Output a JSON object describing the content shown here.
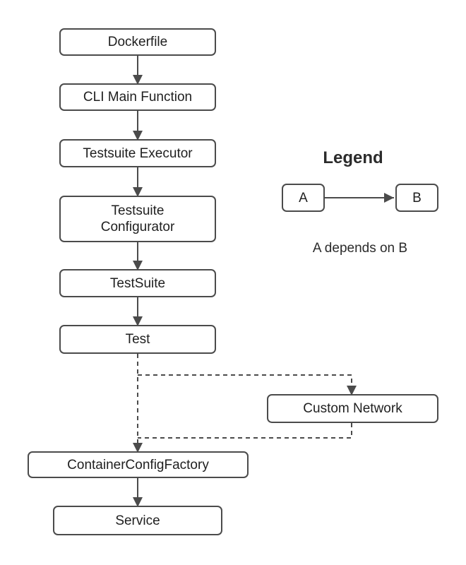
{
  "nodes": {
    "dockerfile": "Dockerfile",
    "cli_main": "CLI Main Function",
    "testsuite_executor": "Testsuite Executor",
    "testsuite_configurator": "Testsuite\nConfigurator",
    "testsuite": "TestSuite",
    "test": "Test",
    "custom_network": "Custom Network",
    "container_config_factory": "ContainerConfigFactory",
    "service": "Service"
  },
  "legend": {
    "title": "Legend",
    "node_a": "A",
    "node_b": "B",
    "caption": "A depends on B"
  },
  "colors": {
    "stroke": "#4b4b4b",
    "text": "#1f1f1f"
  }
}
